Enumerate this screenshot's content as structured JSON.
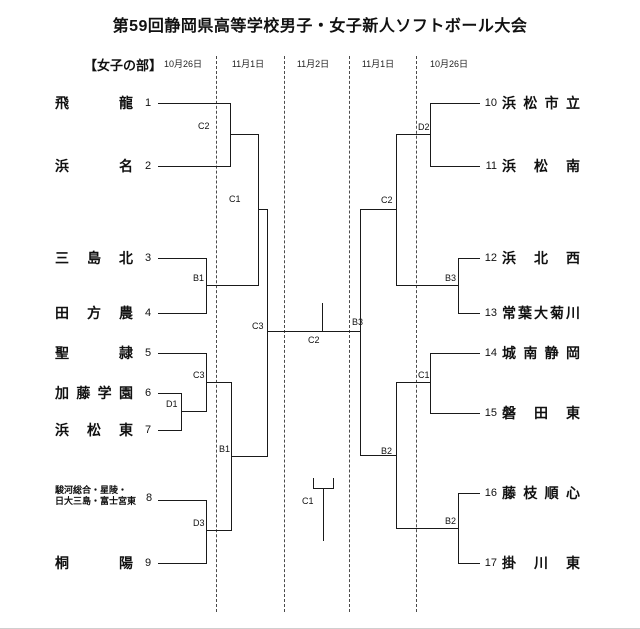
{
  "title": "第59回静岡県高等学校男子・女子新人ソフトボール大会",
  "division": "【女子の部】",
  "dates": [
    "10月26日",
    "11月1日",
    "11月2日",
    "11月1日",
    "10月26日"
  ],
  "teams": {
    "left": [
      {
        "seed": "1",
        "name": "飛龍"
      },
      {
        "seed": "2",
        "name": "浜名"
      },
      {
        "seed": "3",
        "name": "三島北"
      },
      {
        "seed": "4",
        "name": "田方農"
      },
      {
        "seed": "5",
        "name": "聖隷"
      },
      {
        "seed": "6",
        "name": "加藤学園"
      },
      {
        "seed": "7",
        "name": "浜松東"
      },
      {
        "seed": "8",
        "name_lines": [
          "駿河総合・星陵・",
          "日大三島・富士宮東"
        ]
      },
      {
        "seed": "9",
        "name": "桐陽"
      }
    ],
    "right": [
      {
        "seed": "10",
        "name": "浜松市立"
      },
      {
        "seed": "11",
        "name": "浜松南"
      },
      {
        "seed": "12",
        "name": "浜北西"
      },
      {
        "seed": "13",
        "name": "常葉大菊川"
      },
      {
        "seed": "14",
        "name": "城南静岡"
      },
      {
        "seed": "15",
        "name": "磐田東"
      },
      {
        "seed": "16",
        "name": "藤枝順心"
      },
      {
        "seed": "17",
        "name": "掛川東"
      }
    ]
  },
  "match_labels": [
    "C2",
    "C1",
    "B1",
    "C3",
    "D1",
    "D3",
    "B1",
    "C3",
    "C2",
    "B3",
    "C2",
    "D2",
    "B3",
    "C1",
    "B2",
    "B2",
    "C1"
  ],
  "colors": {
    "line": "#1a1a1a",
    "divider": "#4a4a4a",
    "text": "#111111"
  }
}
